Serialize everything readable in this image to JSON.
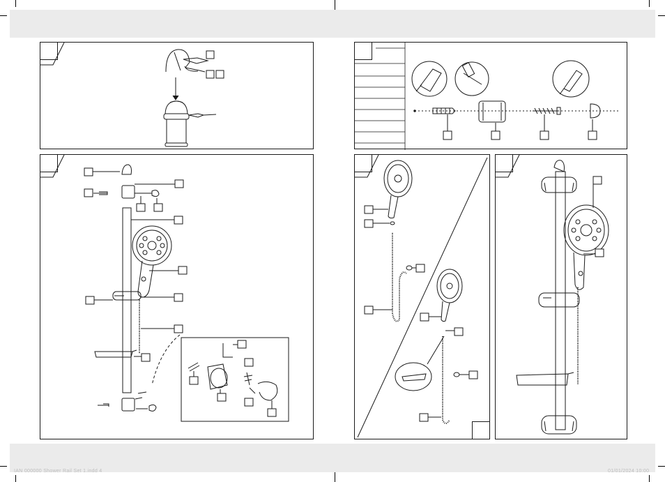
{
  "page": {
    "footer_left": "IAN 000000 Shower Rail Set 1.indd 4",
    "footer_right": "01/01/2024 10:00"
  },
  "colors": {
    "line": "#1a1a1a",
    "band": "#ebebeb",
    "wall": "#ffffff"
  },
  "panels": [
    {
      "id": "panel-1",
      "step_label": ""
    },
    {
      "id": "panel-2",
      "step_label": ""
    },
    {
      "id": "panel-3",
      "step_label": ""
    },
    {
      "id": "panel-4",
      "step_label": ""
    },
    {
      "id": "panel-5",
      "step_label": ""
    }
  ],
  "icons": [
    "drill-icon",
    "hammer-icon",
    "screwdriver-icon",
    "shower-head-icon",
    "hose-icon",
    "wall-bracket-icon",
    "soap-dish-icon"
  ]
}
